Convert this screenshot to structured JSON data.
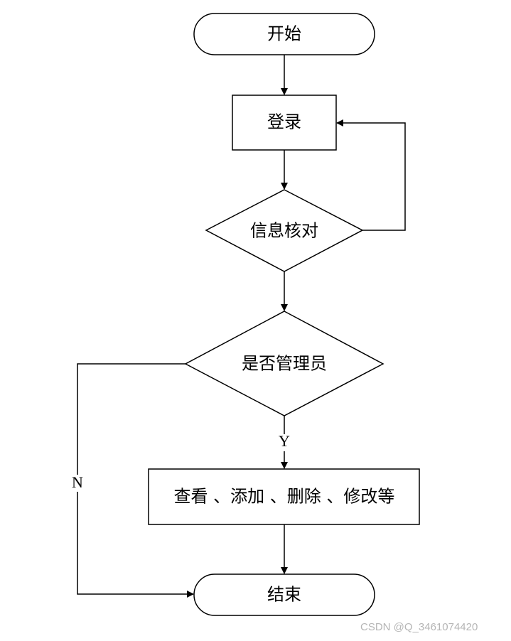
{
  "nodes": {
    "start": "开始",
    "login": "登录",
    "verify": "信息核对",
    "is_admin": "是否管理员",
    "admin_actions": "查看 、添加 、删除 、修改等",
    "end": "结束"
  },
  "branches": {
    "yes": "Y",
    "no": "N"
  },
  "watermark": "CSDN @Q_3461074420"
}
